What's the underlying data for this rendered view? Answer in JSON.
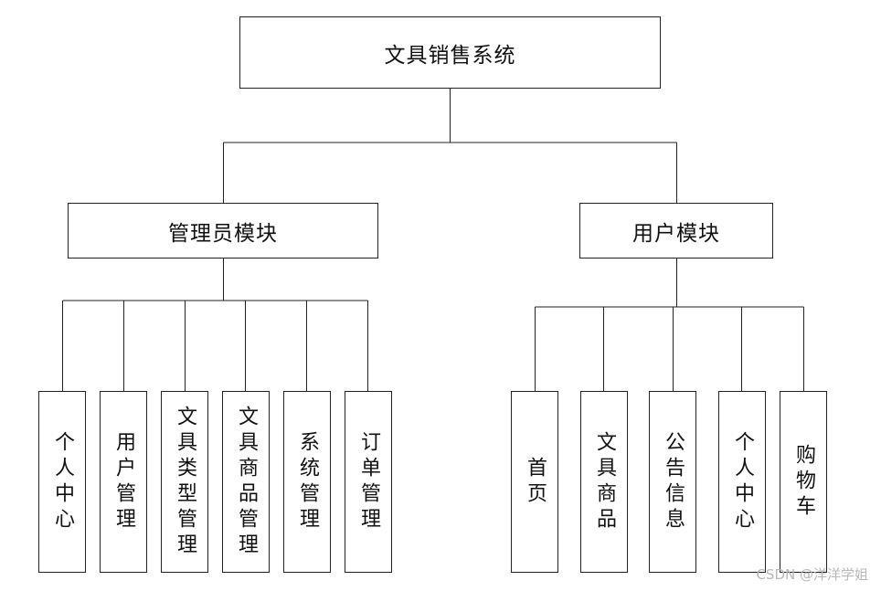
{
  "root": {
    "label": "文具销售系统"
  },
  "modules": [
    {
      "label": "管理员模块",
      "children": [
        {
          "label": "个人中心"
        },
        {
          "label": "用户管理"
        },
        {
          "label": "文具类型管理"
        },
        {
          "label": "文具商品管理"
        },
        {
          "label": "系统管理"
        },
        {
          "label": "订单管理"
        }
      ]
    },
    {
      "label": "用户模块",
      "children": [
        {
          "label": "首页"
        },
        {
          "label": "文具商品"
        },
        {
          "label": "公告信息"
        },
        {
          "label": "个人中心"
        },
        {
          "label": "购物车"
        }
      ]
    }
  ],
  "watermark": "CSDN @洋洋学姐",
  "line_color": "#222222"
}
